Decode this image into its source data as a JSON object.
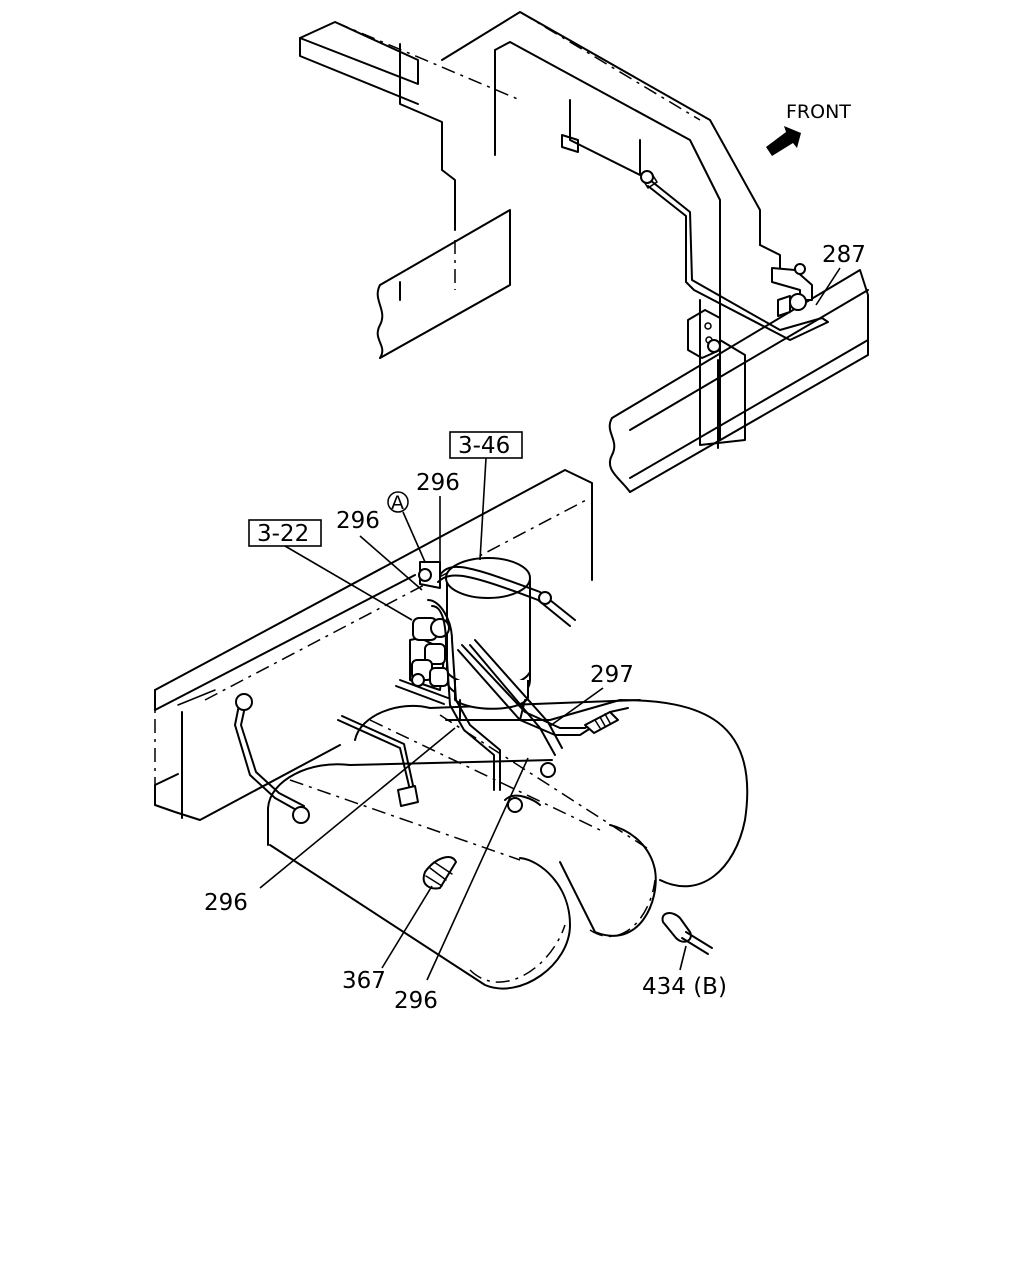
{
  "direction_label": "FRONT",
  "references": [
    {
      "id": "ref-3-46",
      "text": "3-46"
    },
    {
      "id": "ref-3-22",
      "text": "3-22"
    }
  ],
  "detail_marker": "A",
  "callouts": {
    "c287": "287",
    "c296_top": "296",
    "c296_left": "296",
    "c297": "297",
    "c296_bottom_left": "296",
    "c367": "367",
    "c296_bottom": "296",
    "c434": "434 (B)"
  },
  "icons": [
    "front-arrow-icon",
    "detail-circle-icon"
  ]
}
